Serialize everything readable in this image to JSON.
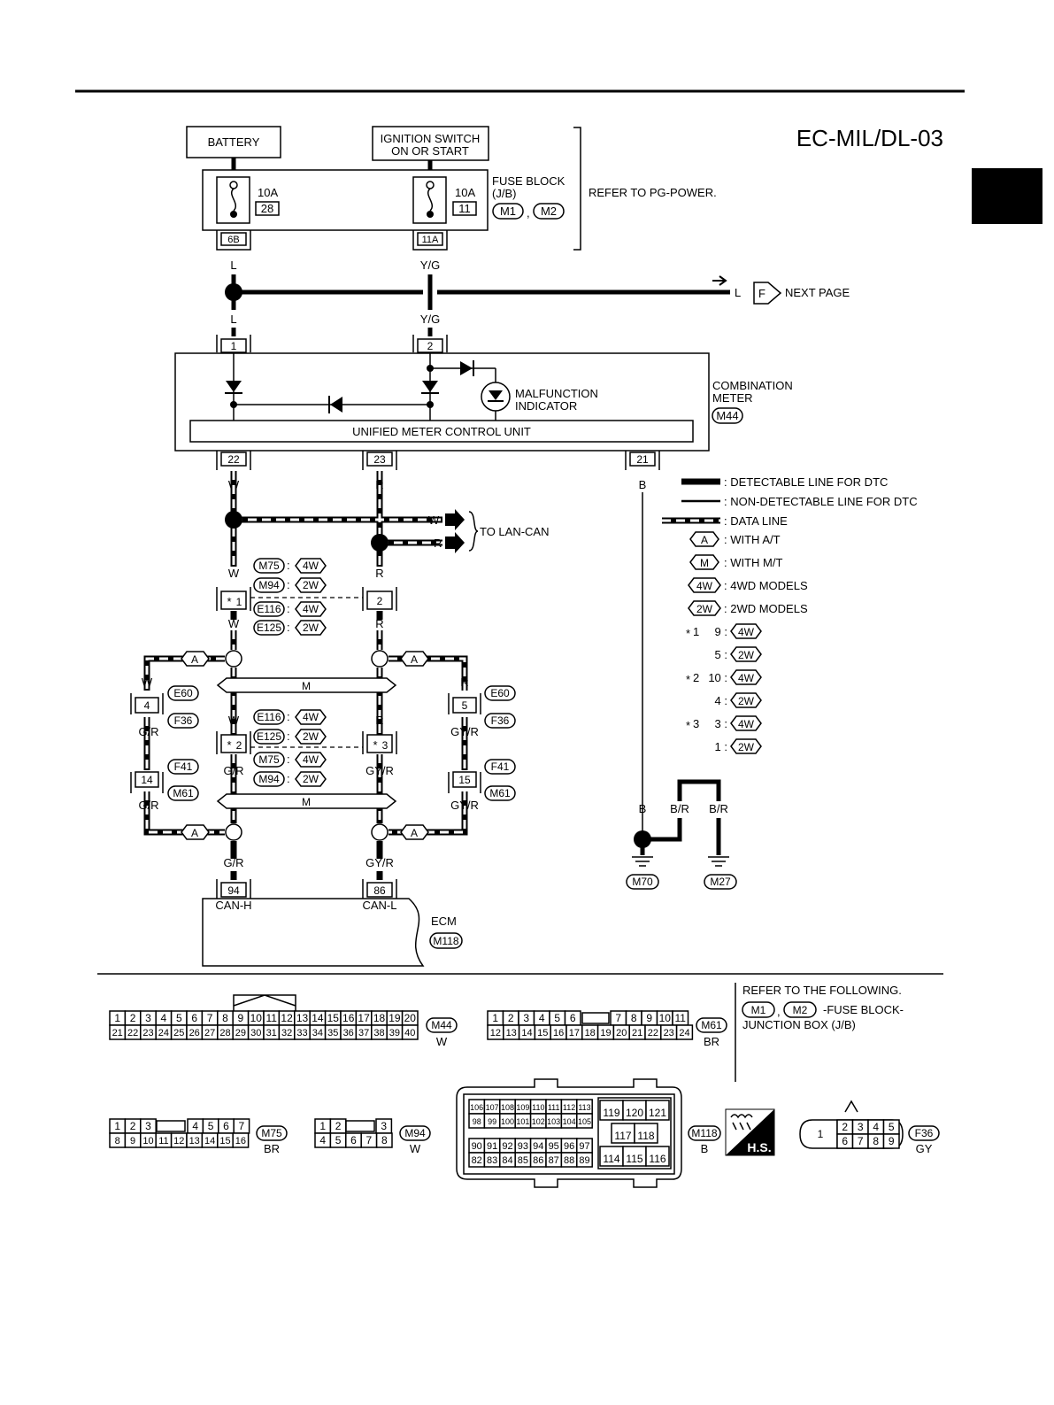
{
  "diagram_id": "EC-MIL/DL-03",
  "power": {
    "battery": "BATTERY",
    "ignition_line1": "IGNITION SWITCH",
    "ignition_line2": "ON OR START",
    "fuse1_amp": "10A",
    "fuse1_num": "28",
    "fuse1_term": "6B",
    "fuse2_amp": "10A",
    "fuse2_num": "11",
    "fuse2_term": "11A",
    "fuse_block_line1": "FUSE BLOCK",
    "fuse_block_line2": "(J/B)",
    "fuse_conn1": "M1",
    "fuse_conn2": "M2",
    "comma": ",",
    "refer": "REFER TO PG-POWER."
  },
  "wires": {
    "l": "L",
    "yg": "Y/G",
    "w": "W",
    "r": "R",
    "b": "B",
    "br": "B/R",
    "gr": "G/R",
    "gyr": "GY/R",
    "next_wire": "L",
    "next_ref": "F",
    "next_label": "NEXT PAGE",
    "to_lan": "TO LAN-CAN"
  },
  "meter": {
    "term1": "1",
    "term2": "2",
    "term22": "22",
    "term23": "23",
    "term21": "21",
    "mil_line1": "MALFUNCTION",
    "mil_line2": "INDICATOR",
    "unit": "UNIFIED METER CONTROL UNIT",
    "name_line1": "COMBINATION",
    "name_line2": "METER",
    "conn": "M44"
  },
  "legend": {
    "detectable": ": DETECTABLE LINE FOR DTC",
    "nondetectable": ": NON-DETECTABLE LINE FOR DTC",
    "data": ": DATA LINE",
    "at_sym": "A",
    "at": ": WITH A/T",
    "mt_sym": "M",
    "mt": ": WITH M/T",
    "w4_sym": "4W",
    "w4": ": 4WD MODELS",
    "w2_sym": "2W",
    "w2": ": 2WD MODELS",
    "s1": "1",
    "s1a": "9 :",
    "s1b": "5 :",
    "s2": "2",
    "s2a": "10 :",
    "s2b": "4 :",
    "s3": "3",
    "s3a": "3 :",
    "s3b": "1 :",
    "star": "*"
  },
  "harness": {
    "m75": "M75",
    "m94": "M94",
    "e116": "E116",
    "e125": "E125",
    "e60": "E60",
    "f36": "F36",
    "f41": "F41",
    "m61": "M61",
    "j_star1": "1",
    "j_2": "2",
    "j_star2": "2",
    "j_star3": "3",
    "c_4": "4",
    "c_14": "14",
    "c_5": "5",
    "c_15": "15",
    "a": "A",
    "m": "M",
    "colon": ":"
  },
  "ecm": {
    "term94": "94",
    "term86": "86",
    "can_h": "CAN-H",
    "can_l": "CAN-L",
    "name": "ECM",
    "conn": "M118"
  },
  "grounds": {
    "g1": "M70",
    "g2": "M27"
  },
  "connectors": {
    "m44_row1": [
      "1",
      "2",
      "3",
      "4",
      "5",
      "6",
      "7",
      "8",
      "9",
      "10",
      "11",
      "12",
      "13",
      "14",
      "15",
      "16",
      "17",
      "18",
      "19",
      "20"
    ],
    "m44_row2": [
      "21",
      "22",
      "23",
      "24",
      "25",
      "26",
      "27",
      "28",
      "29",
      "30",
      "31",
      "32",
      "33",
      "34",
      "35",
      "36",
      "37",
      "38",
      "39",
      "40"
    ],
    "m44_name": "M44",
    "m44_color": "W",
    "m61_row1": [
      "1",
      "2",
      "3",
      "4",
      "5",
      "6",
      "7",
      "8",
      "9",
      "10",
      "11"
    ],
    "m61_row2": [
      "12",
      "13",
      "14",
      "15",
      "16",
      "17",
      "18",
      "19",
      "20",
      "21",
      "22",
      "23",
      "24"
    ],
    "m61_name": "M61",
    "m61_color": "BR",
    "m75_row1a": [
      "1",
      "2",
      "3"
    ],
    "m75_row1b": [
      "4",
      "5",
      "6",
      "7"
    ],
    "m75_row2": [
      "8",
      "9",
      "10",
      "11",
      "12",
      "13",
      "14",
      "15",
      "16"
    ],
    "m75_name": "M75",
    "m75_color": "BR",
    "m94_row1a": [
      "1",
      "2"
    ],
    "m94_row1b": [
      "3"
    ],
    "m94_row2": [
      "4",
      "5",
      "6",
      "7",
      "8"
    ],
    "m94_name": "M94",
    "m94_color": "W",
    "m118_r1": [
      "106",
      "107",
      "108",
      "109",
      "110",
      "111",
      "112",
      "113"
    ],
    "m118_r2": [
      "98",
      "99",
      "100",
      "101",
      "102",
      "103",
      "104",
      "105"
    ],
    "m118_r3": [
      "90",
      "91",
      "92",
      "93",
      "94",
      "95",
      "96",
      "97"
    ],
    "m118_r4": [
      "82",
      "83",
      "84",
      "85",
      "86",
      "87",
      "88",
      "89"
    ],
    "m118_b1": [
      "119",
      "120",
      "121"
    ],
    "m118_b2": [
      "117",
      "118"
    ],
    "m118_b3": [
      "114",
      "115",
      "116"
    ],
    "m118_name": "M118",
    "m118_color": "B",
    "hs": "H.S.",
    "f36_big": "1",
    "f36_row1": [
      "2",
      "3",
      "4",
      "5"
    ],
    "f36_row2": [
      "6",
      "7",
      "8",
      "9"
    ],
    "f36_name": "F36",
    "f36_color": "GY",
    "refer_line1": "REFER TO THE FOLLOWING.",
    "refer_c1": "M1",
    "refer_c2": "M2",
    "refer_comma": ",",
    "refer_line2": "-FUSE BLOCK-",
    "refer_line3": "JUNCTION BOX (J/B)"
  }
}
